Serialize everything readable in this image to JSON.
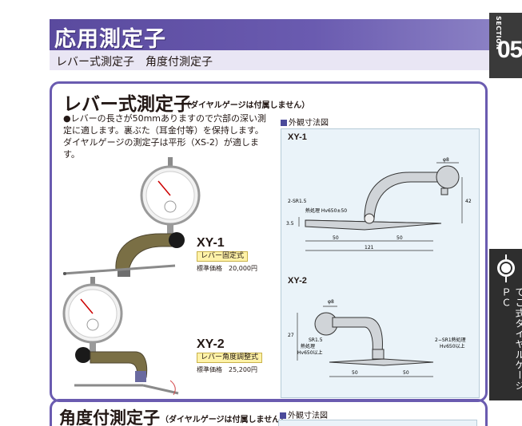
{
  "header": {
    "title": "応用測定子",
    "subtitle": "レバー式測定子　角度付測定子"
  },
  "section_tab": {
    "label": "SECTION",
    "number": "05"
  },
  "side_tab": {
    "label": "てこ式ダイヤルゲージ　ＰＣ",
    "icon": "dial-gauge-icon"
  },
  "lever_section": {
    "title": "レバー式測定子",
    "note": "（ダイヤルゲージは付属しません）",
    "description": "●レバーの長さが50mmありますので穴部の深い測定に適します。裏ぶた（耳金付等）を保持します。ダイヤルゲージの測定子は平形（XS-2）が適します。",
    "dimension_heading": "外観寸法図",
    "products": [
      {
        "model": "XY-1",
        "type": "レバー固定式",
        "price_label": "標準価格",
        "price": "20,000円"
      },
      {
        "model": "XY-2",
        "type": "レバー角度調整式",
        "price_label": "標準価格",
        "price": "25,200円"
      }
    ],
    "drawings": {
      "xy1": {
        "label": "XY-1",
        "annotations": [
          "2-SR1.5",
          "熱処理 Hv650±50",
          "φ8",
          "3.5",
          "42",
          "50",
          "50",
          "121"
        ]
      },
      "xy2": {
        "label": "XY-2",
        "annotations": [
          "φ8",
          "27",
          "SR1.5",
          "熱処理",
          "Hv650以上",
          "2−SR1熱処理",
          "Hv650以上",
          "50",
          "50"
        ]
      }
    }
  },
  "angle_section": {
    "title": "角度付測定子",
    "note": "（ダイヤルゲージは付属しません）",
    "dimension_heading": "外観寸法図"
  },
  "colors": {
    "accent": "#6a5bb0",
    "tag_fill": "#fff2a8",
    "drawing_bg": "#eaf3f9"
  }
}
